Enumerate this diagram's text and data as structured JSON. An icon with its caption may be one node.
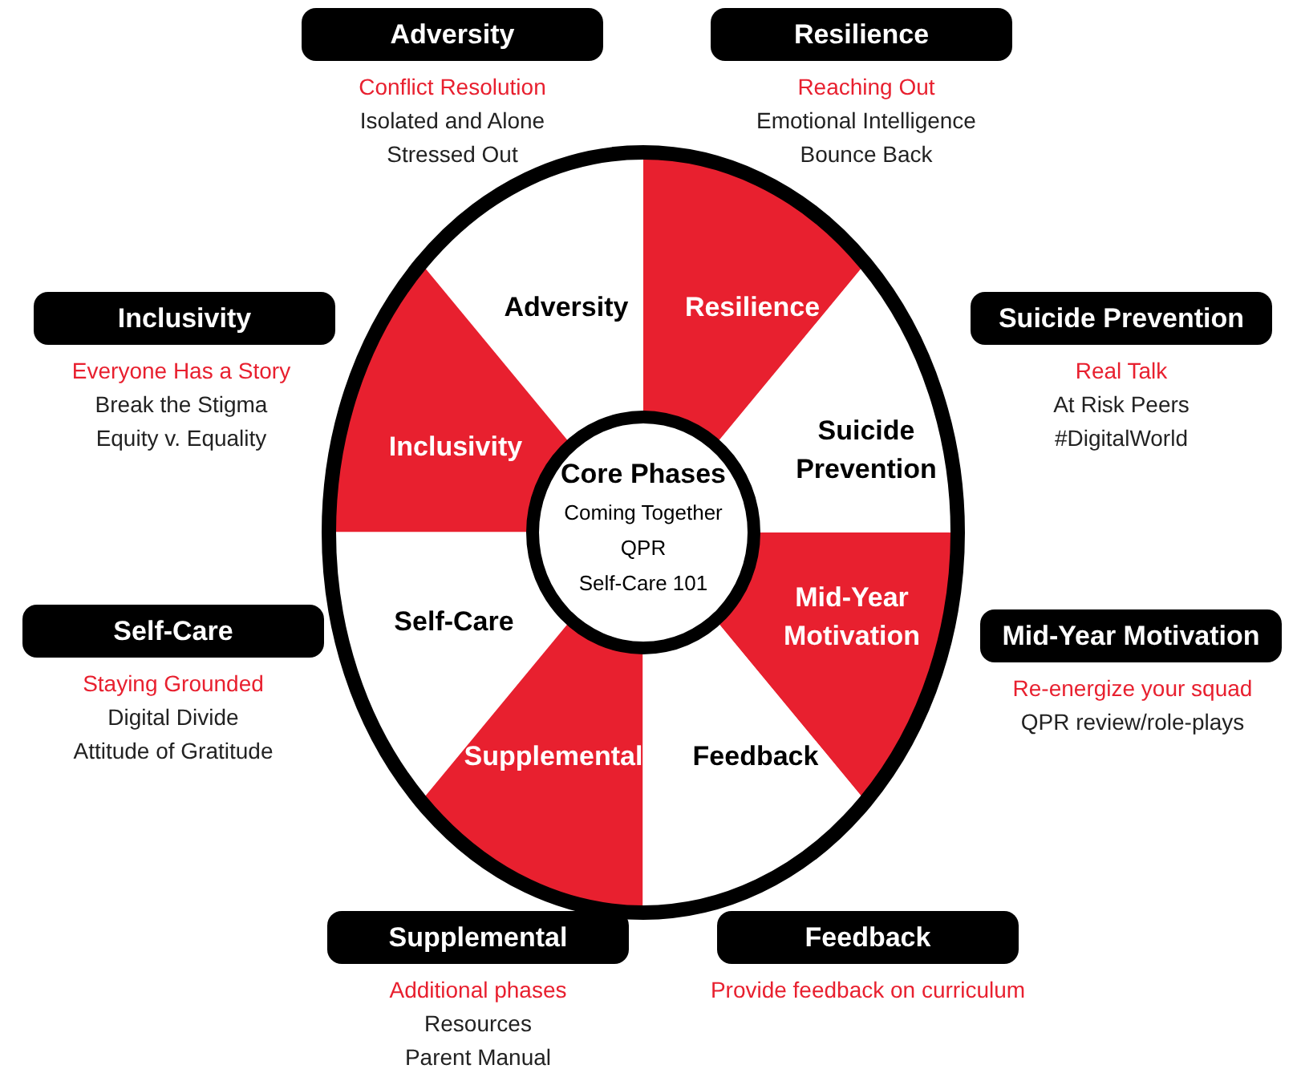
{
  "diagram": {
    "nodes": [
      {
        "text": [
          "Adversity"
        ],
        "beside": [
          "Conflict Resolution",
          "Isolated and Alone",
          "Stressed Out"
        ]
      },
      {
        "text": [
          "Resilience"
        ],
        "beside": [
          "Reaching Out",
          "Emotional Intelligence",
          "Bounce Back"
        ]
      },
      {
        "text": [
          "Inclusivity"
        ],
        "beside": [
          "Everyone Has a Story",
          "Break the Stigma",
          "Equity v. Equality"
        ]
      },
      {
        "text": [
          "Suicide Prevention"
        ],
        "beside": [
          "Real Talk",
          "At Risk Peers",
          "#DigitalWorld"
        ]
      },
      {
        "text": [
          "Self-Care"
        ],
        "beside": [
          "Staying Grounded",
          "Digital Divide",
          "Attitude of Gratitude"
        ]
      },
      {
        "text": [
          "Mid-Year Motivation"
        ],
        "beside": [
          "Re-energize your squad",
          "QPR review/role-plays"
        ]
      },
      {
        "text": [
          "Supplemental"
        ],
        "beside": [
          "Additional phases",
          "Resources",
          "Parent Manual"
        ]
      },
      {
        "text": [
          "Feedback"
        ],
        "beside": [
          "Provide feedback on curriculum"
        ]
      },
      {
        "text": [
          "Adversity"
        ]
      },
      {
        "text": [
          "Resilience"
        ]
      },
      {
        "text": [
          "Suicide Prevention"
        ]
      },
      {
        "text": [
          "Mid-Year Motivation"
        ]
      },
      {
        "text": [
          "Feedback"
        ]
      },
      {
        "text": [
          "Supplemental"
        ]
      },
      {
        "text": [
          "Self-Care"
        ]
      },
      {
        "text": [
          "Inclusivity"
        ]
      },
      {
        "text": [
          "Core Phases",
          "Coming Together",
          "QPR",
          "Self-Care 101"
        ]
      }
    ],
    "edges": []
  }
}
